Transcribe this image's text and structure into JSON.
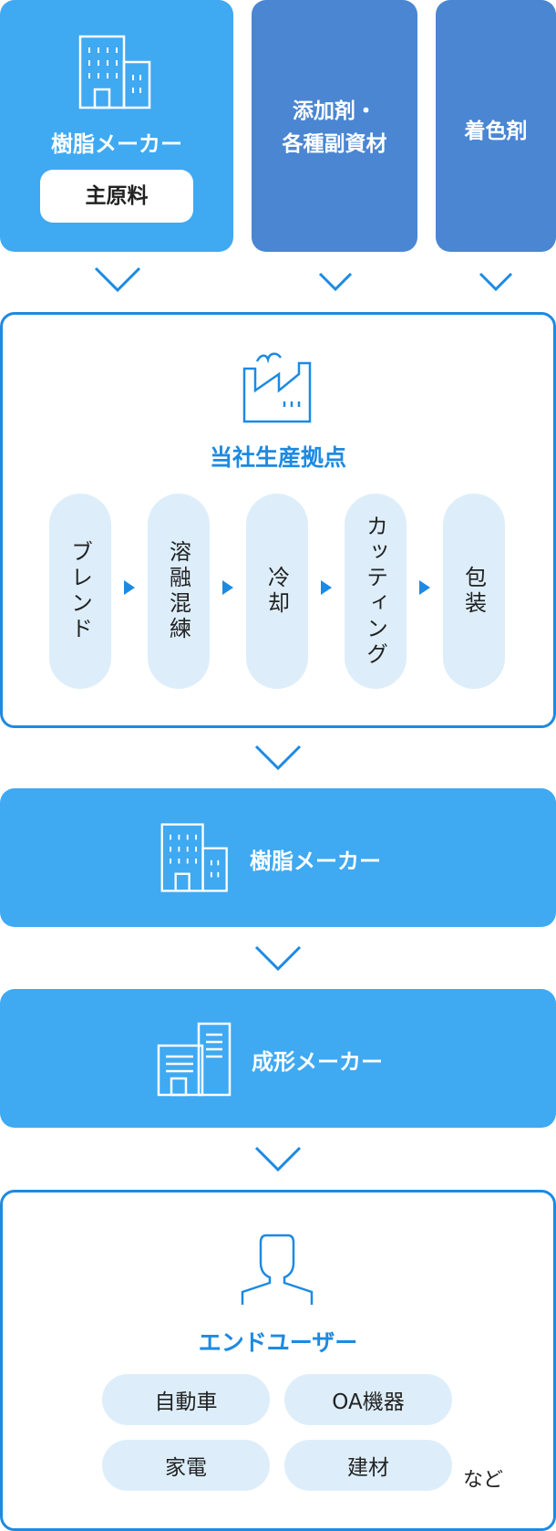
{
  "suppliers": {
    "resin_maker": {
      "title": "樹脂メーカー",
      "badge": "主原料"
    },
    "additives": {
      "line1": "添加剤・",
      "line2": "各種副資材"
    },
    "colorant": {
      "title": "着色剤"
    }
  },
  "factory": {
    "title": "当社生産拠点",
    "steps": [
      "ブレンド",
      "溶融混練",
      "冷却",
      "カッティング",
      "包装"
    ]
  },
  "resin_maker_2": {
    "title": "樹脂メーカー"
  },
  "molding_maker": {
    "title": "成形メーカー"
  },
  "end_user": {
    "title": "エンドユーザー",
    "tags": [
      "自動車",
      "OA機器",
      "家電",
      "建材"
    ],
    "suffix": "など"
  },
  "colors": {
    "accent": "#1d8ae2",
    "light_blue": "#3fa9f2",
    "navy": "#4a86d2",
    "pill": "#ddeefa"
  }
}
